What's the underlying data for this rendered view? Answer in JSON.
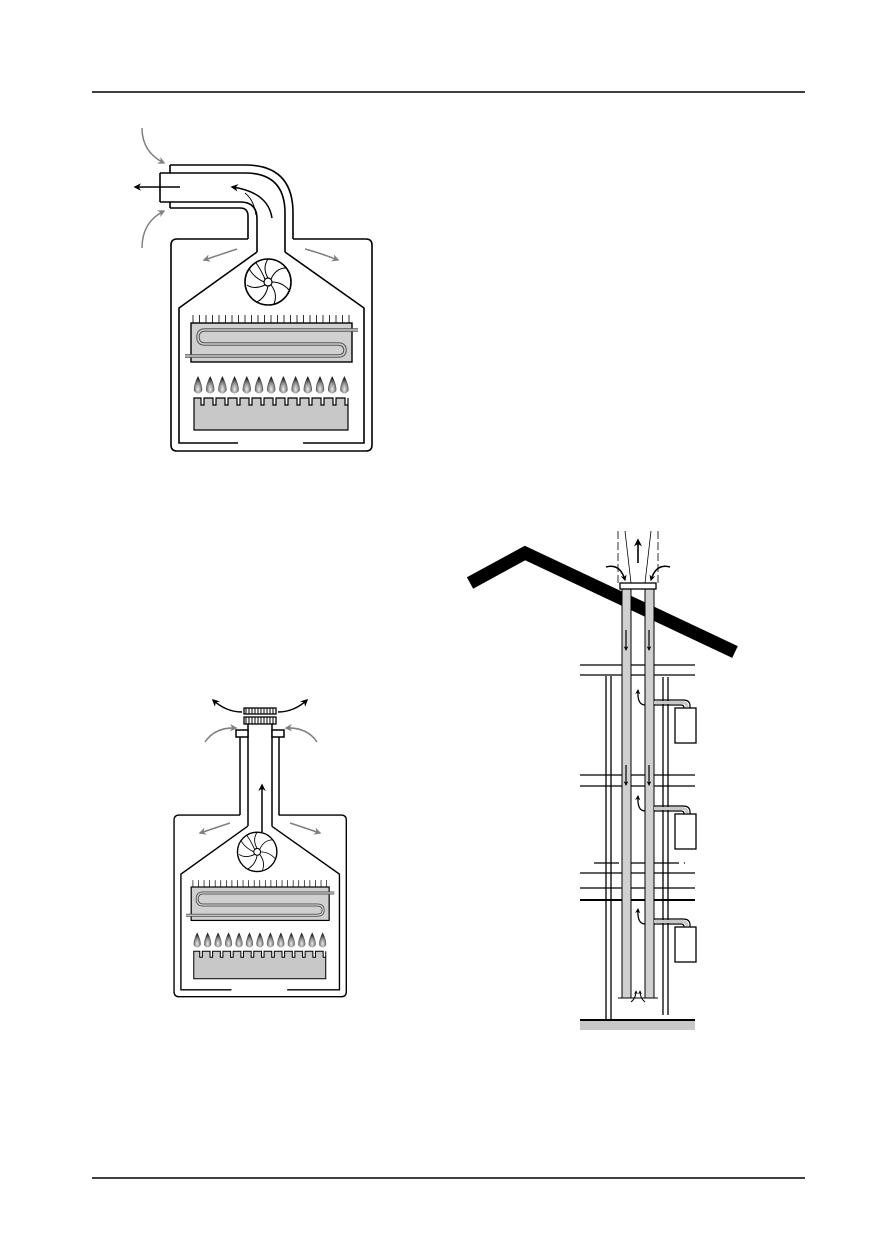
{
  "colors": {
    "line": "#000000",
    "panel_fill": "#c8c8c8",
    "airflow_arrow": "#808080",
    "exhaust_arrow": "#000000",
    "background": "#ffffff"
  },
  "diagrams": [
    {
      "id": "boiler-horizontal-flue",
      "icons": [
        "fan-icon",
        "flame-icon",
        "heat-exchanger",
        "burner"
      ]
    },
    {
      "id": "boiler-vertical-flue",
      "icons": [
        "fan-icon",
        "flame-icon",
        "heat-exchanger",
        "burner"
      ]
    },
    {
      "id": "shared-flue-multi-storey",
      "boiler_count": 3
    }
  ]
}
